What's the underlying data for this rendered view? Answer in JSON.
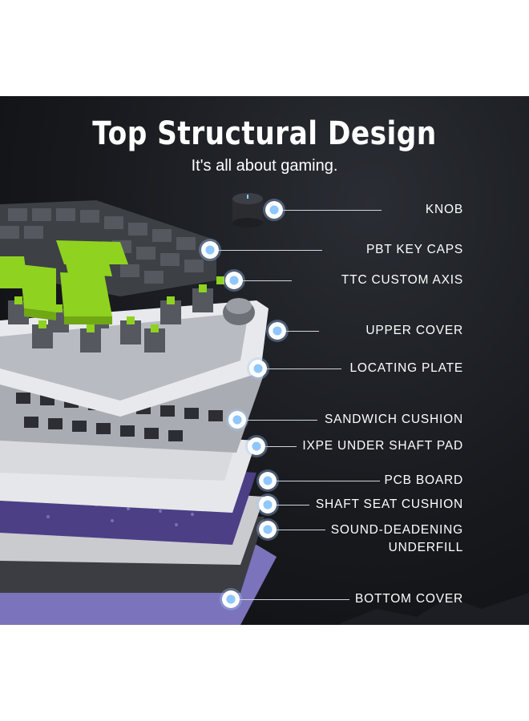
{
  "header": {
    "title": "Top Structural Design",
    "subtitle": "It's all about gaming."
  },
  "labels": [
    "KNOB",
    "PBT KEY CAPS",
    "TTC  CUSTOM AXIS",
    "UPPER COVER",
    "LOCATING PLATE",
    "SANDWICH CUSHION",
    "IXPE UNDER SHAFT PAD",
    "PCB BOARD",
    "SHAFT SEAT CUSHION",
    "SOUND-DEADENING UNDERFILL",
    "BOTTOM COVER"
  ],
  "colors": {
    "keycap_green": "#8fd21f",
    "keycap_gray": "#4a4d52",
    "frame_white": "#e8e9ec",
    "pcb_purple": "#4c3f86",
    "bottom_lavender": "#8b83c9"
  }
}
